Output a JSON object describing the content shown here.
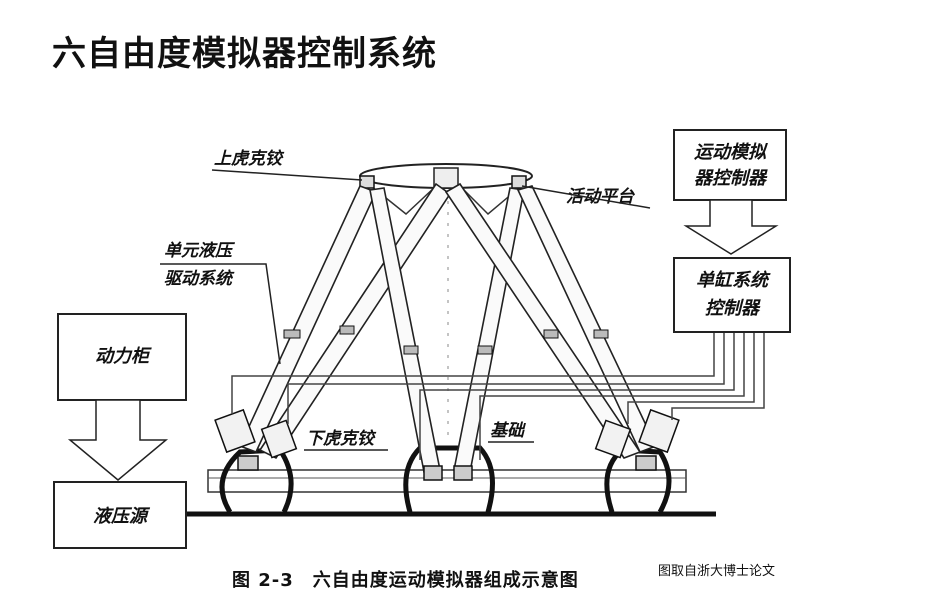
{
  "title": "六自由度模拟器控制系统",
  "diagram": {
    "labels": {
      "upper_hinge": "上虎克铰",
      "moving_platform": "活动平台",
      "hydraulic_unit_l1": "单元液压",
      "hydraulic_unit_l2": "驱动系统",
      "lower_hinge": "下虎克铰",
      "foundation": "基础"
    },
    "boxes": {
      "power_cabinet": "动力柜",
      "hydraulic_source": "液压源",
      "motion_controller_l1": "运动模拟",
      "motion_controller_l2": "器控制器",
      "cylinder_controller_l1": "单缸系统",
      "cylinder_controller_l2": "控制器"
    },
    "caption": "图 2-3　六自由度运动模拟器组成示意图",
    "source_note": "图取自浙大博士论文"
  }
}
